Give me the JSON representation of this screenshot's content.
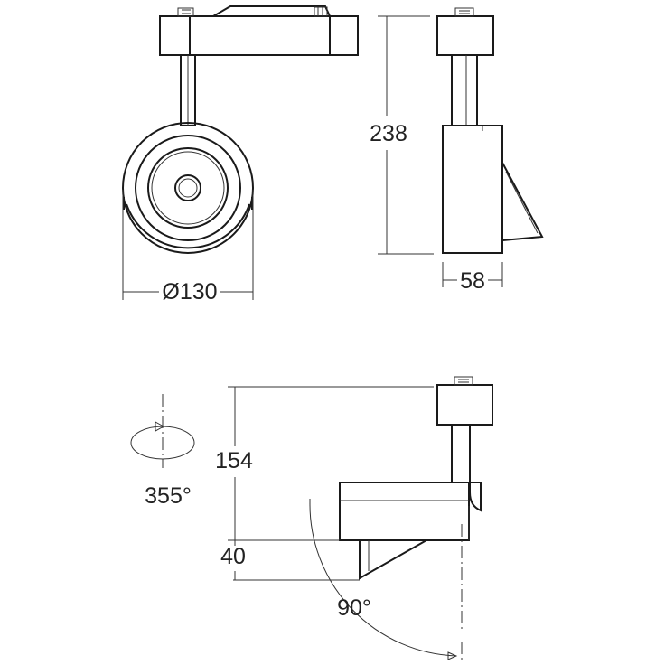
{
  "dimensions": {
    "diameter": "Ø130",
    "height": "238",
    "width": "58",
    "arm_height": "154",
    "head_offset": "40",
    "rotation": "355°",
    "tilt": "90°"
  },
  "colors": {
    "ink": "#1a1a1a",
    "background": "#ffffff"
  }
}
